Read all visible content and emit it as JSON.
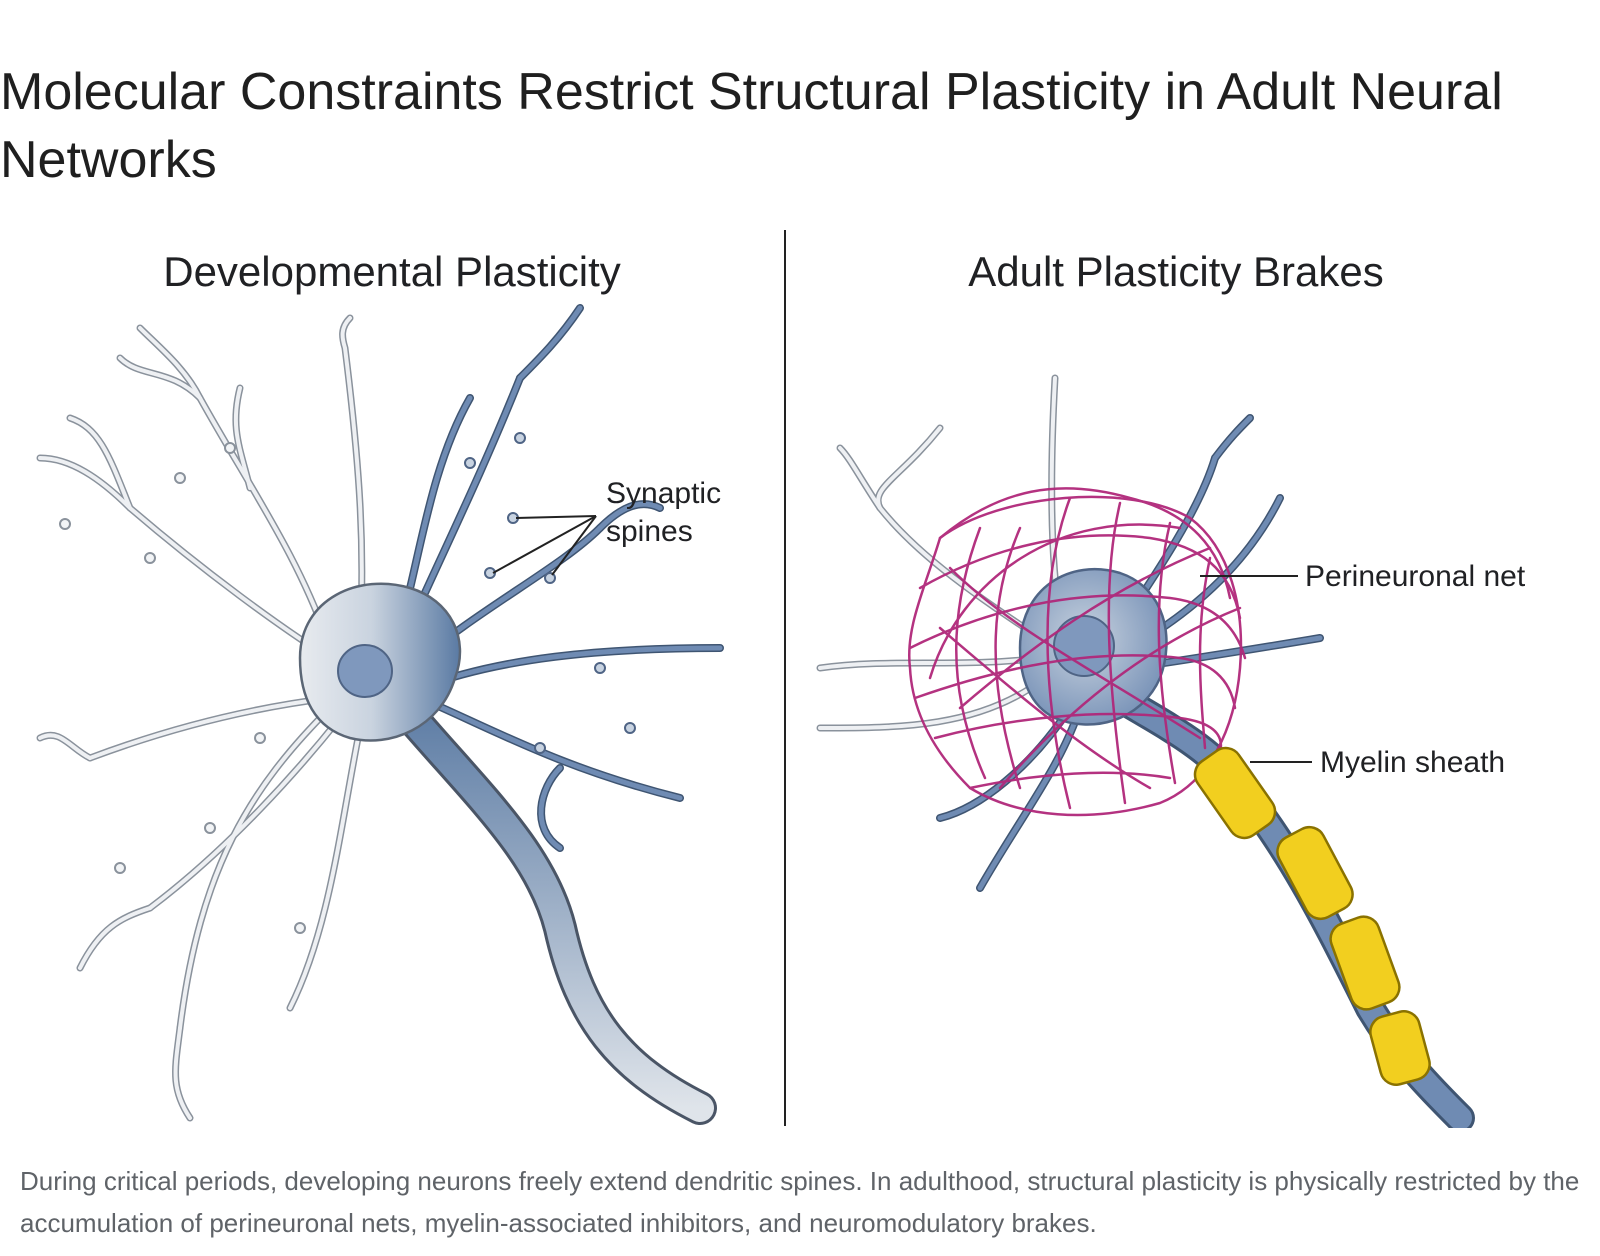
{
  "title": "Molecular Constraints Restrict Structural Plasticity in Adult Neural Networks",
  "left_panel": {
    "heading": "Developmental Plasticity",
    "label_spines": [
      "Synaptic",
      "spines"
    ]
  },
  "right_panel": {
    "heading": "Adult Plasticity Brakes",
    "label_net": "Perineuronal net",
    "label_myelin": "Myelin sheath"
  },
  "caption": "During critical periods, developing neurons freely extend dendritic spines. In adulthood, structural plasticity is physically restricted by the accumulation of perineuronal nets, myelin-associated inhibitors, and neuromodulatory brakes.",
  "colors": {
    "neuron_light": "#e3e7ec",
    "neuron_blue": "#5a7aa3",
    "neuron_outline": "#4a5566",
    "nucleus": "#7f98bd",
    "perineuronal_net": "#b0287a",
    "myelin": "#f2cf1f",
    "myelin_outline": "#8a7200",
    "divider": "#222222"
  }
}
